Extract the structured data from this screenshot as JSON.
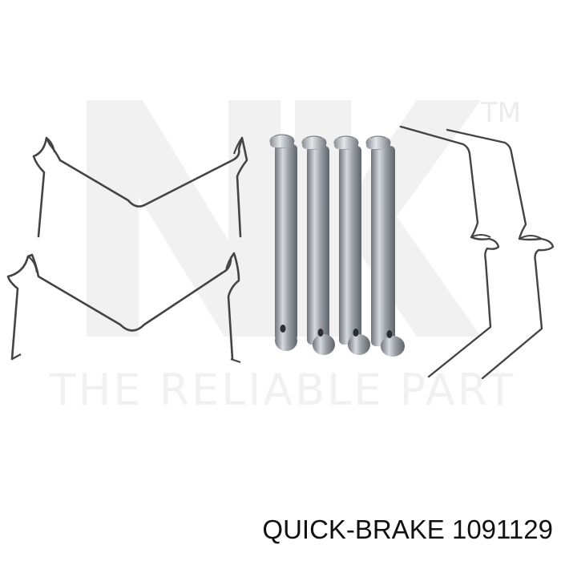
{
  "watermark": {
    "brand_mark": "NK",
    "trademark": "TM",
    "slogan": "THE RELIABLE PART",
    "color": "#f1f1f1"
  },
  "product": {
    "brand": "QUICK-BRAKE",
    "part_number": "1091129",
    "label": "QUICK-BRAKE 1091129",
    "parts_shown": [
      "anti-rattle-spring",
      "anti-rattle-spring",
      "guide-pin",
      "guide-pin",
      "guide-pin",
      "guide-pin",
      "retaining-wire",
      "retaining-wire"
    ]
  },
  "colors": {
    "background": "#ffffff",
    "wire": "#444444",
    "pin_body": "#8f939b",
    "pin_highlight": "#d6d9de",
    "caption": "#111111"
  }
}
